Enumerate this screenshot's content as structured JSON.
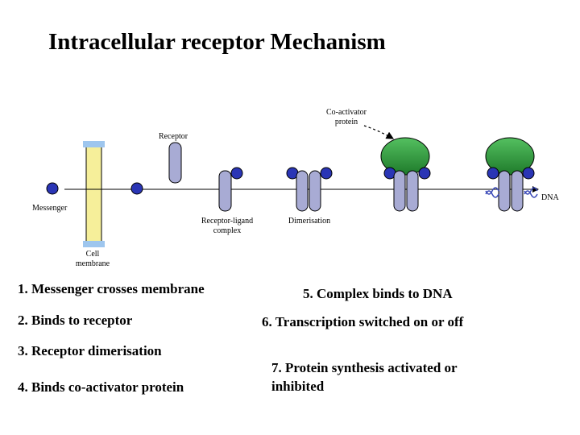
{
  "title": "Intracellular receptor Mechanism",
  "diagram": {
    "labels": {
      "coactivator_line1": "Co-activator",
      "coactivator_line2": "protein",
      "receptor": "Receptor",
      "dna": "DNA",
      "messenger": "Messenger",
      "receptor_ligand_line1": "Receptor-ligand",
      "receptor_ligand_line2": "complex",
      "dimerisation": "Dimerisation",
      "cell_membrane_line1": "Cell",
      "cell_membrane_line2": "membrane"
    },
    "colors": {
      "receptor": "#a8abd4",
      "messenger": "#2a35b5",
      "coactivator": "#2e9b3c",
      "membrane": "#f6ef9a",
      "membrane_cap": "#9ec6ee",
      "dna": "#3b4ab8"
    }
  },
  "steps": {
    "s1": "1. Messenger crosses membrane",
    "s2": "2. Binds to receptor",
    "s3": "3. Receptor dimerisation",
    "s4": "4. Binds co-activator protein",
    "s5": "5. Complex binds to DNA",
    "s6": "6. Transcription switched on or off",
    "s7": "7. Protein synthesis activated or inhibited"
  }
}
